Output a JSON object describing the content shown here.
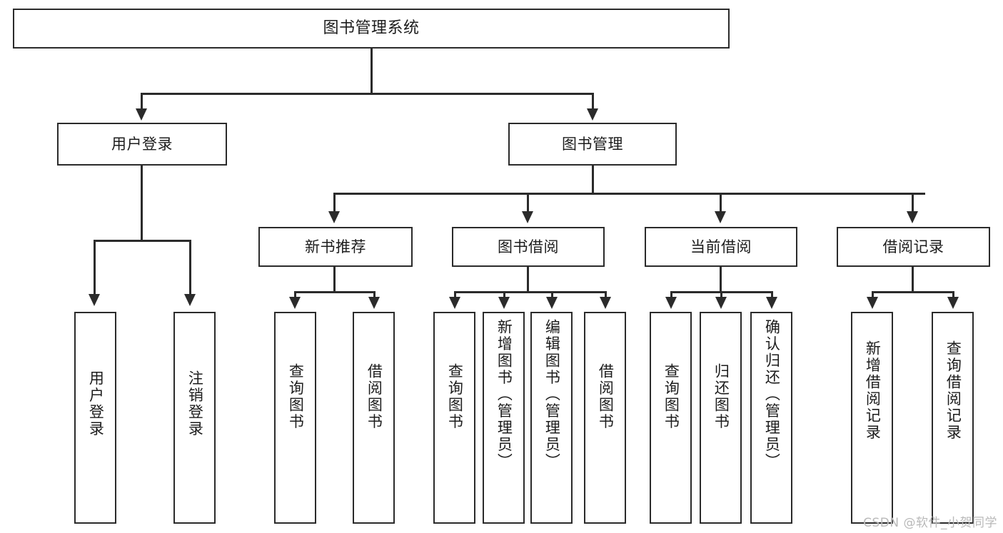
{
  "diagram": {
    "title": "图书管理系统",
    "type": "tree-structure-chart",
    "root": {
      "label": "图书管理系统"
    },
    "level2": [
      {
        "label": "用户登录"
      },
      {
        "label": "图书管理"
      }
    ],
    "level3": [
      {
        "label": "新书推荐"
      },
      {
        "label": "图书借阅"
      },
      {
        "label": "当前借阅"
      },
      {
        "label": "借阅记录"
      }
    ],
    "leaves": {
      "user_login": [
        {
          "label": "用户登录"
        },
        {
          "label": "注销登录"
        }
      ],
      "new_book_recommend": [
        {
          "label": "查询图书"
        },
        {
          "label": "借阅图书"
        }
      ],
      "book_borrow": [
        {
          "label": "查询图书"
        },
        {
          "label": "新增图书（管理员）"
        },
        {
          "label": "编辑图书（管理员）"
        },
        {
          "label": "借阅图书"
        }
      ],
      "current_borrow": [
        {
          "label": "查询图书"
        },
        {
          "label": "归还图书"
        },
        {
          "label": "确认归还（管理员）"
        }
      ],
      "borrow_record": [
        {
          "label": "新增借阅记录"
        },
        {
          "label": "查询借阅记录"
        }
      ]
    }
  },
  "watermark": {
    "text": "CSDN @软件_小贺同学"
  },
  "colors": {
    "stroke": "#2b2b2b",
    "fill": "#ffffff",
    "text": "#1c1c1c",
    "watermark": "#b9b9b9"
  }
}
